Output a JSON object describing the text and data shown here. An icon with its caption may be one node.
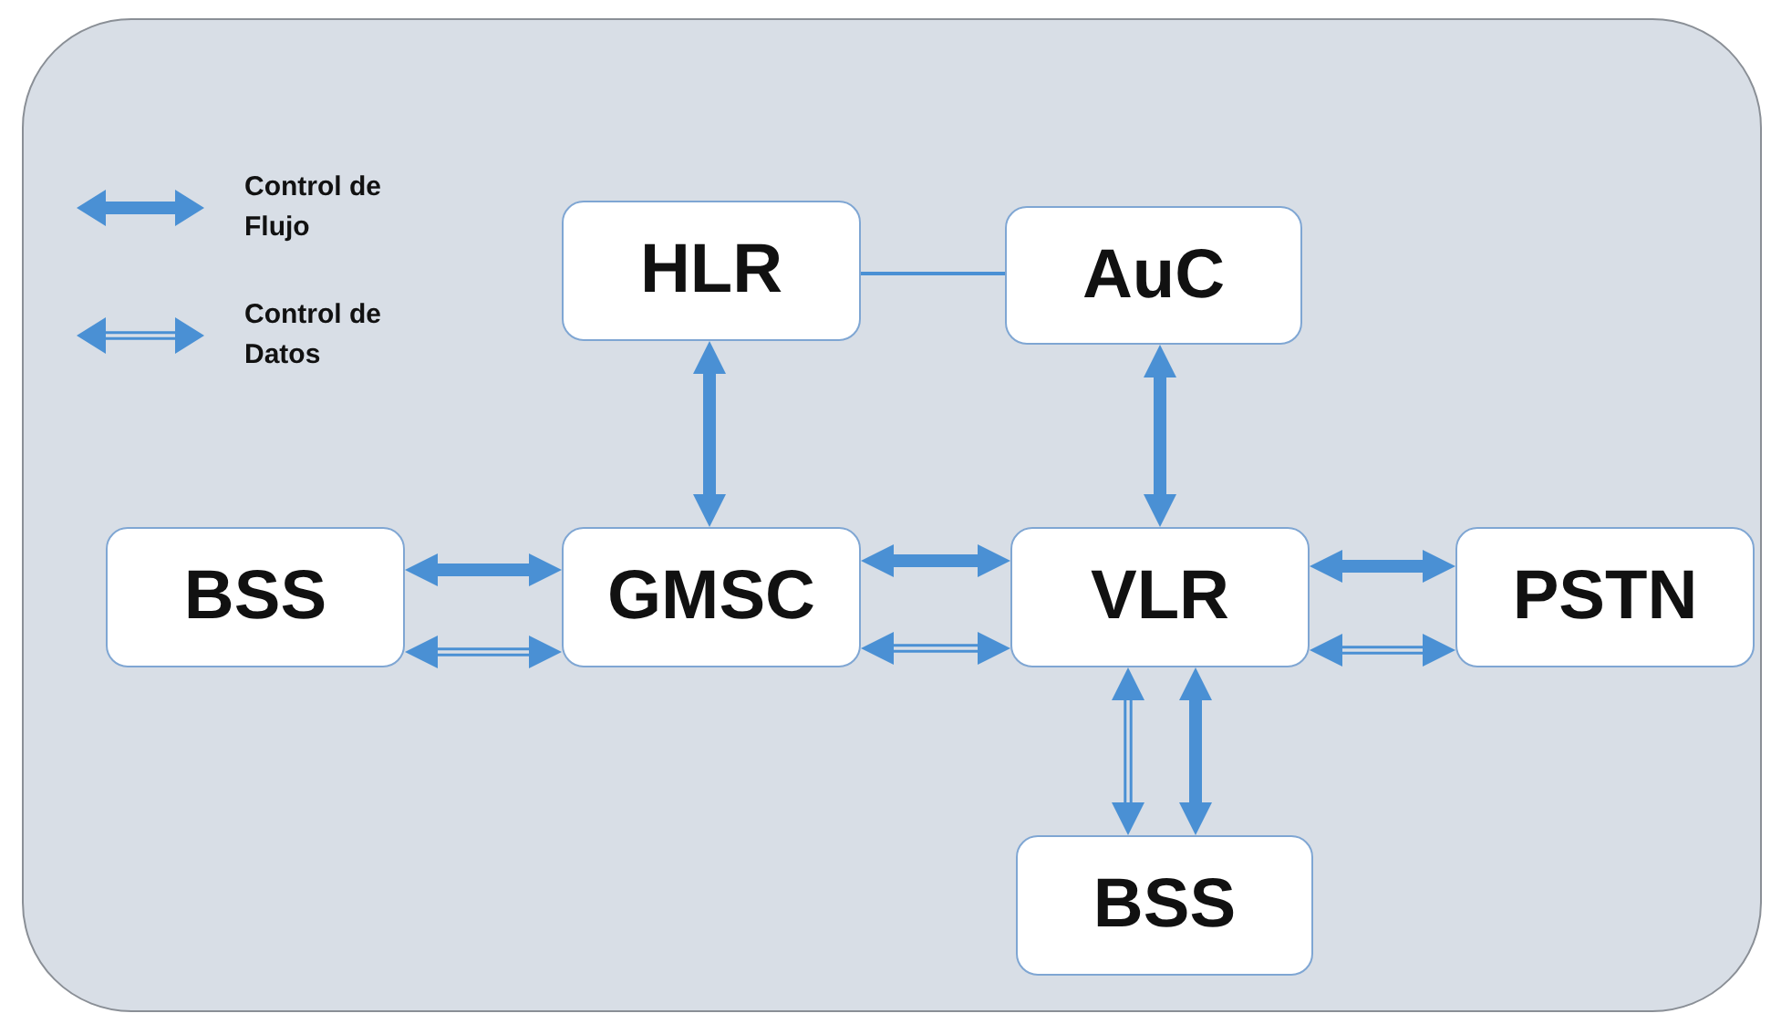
{
  "diagram": {
    "nodes": [
      {
        "text": [
          "HLR"
        ]
      },
      {
        "text": [
          "AuC"
        ]
      },
      {
        "text": [
          "BSS"
        ]
      },
      {
        "text": [
          "GMSC"
        ]
      },
      {
        "text": [
          "VLR"
        ]
      },
      {
        "text": [
          "PSTN"
        ]
      },
      {
        "text": [
          "BSS"
        ]
      }
    ],
    "edges": [
      {
        "from": 0,
        "to": 1,
        "arrow": "none"
      },
      {
        "from": 0,
        "to": 3,
        "arrow": "both"
      },
      {
        "from": 1,
        "to": 4,
        "arrow": "both"
      },
      {
        "from": 2,
        "to": 3,
        "arrow": "both"
      },
      {
        "from": 2,
        "to": 3,
        "arrow": "both"
      },
      {
        "from": 3,
        "to": 4,
        "arrow": "both"
      },
      {
        "from": 3,
        "to": 4,
        "arrow": "both"
      },
      {
        "from": 4,
        "to": 5,
        "arrow": "both"
      },
      {
        "from": 4,
        "to": 5,
        "arrow": "both"
      },
      {
        "from": 4,
        "to": 6,
        "arrow": "both"
      },
      {
        "from": 4,
        "to": 6,
        "arrow": "both"
      }
    ],
    "legend": [
      {
        "text": "Control de Flujo"
      },
      {
        "text": "Control de Datos"
      }
    ]
  }
}
